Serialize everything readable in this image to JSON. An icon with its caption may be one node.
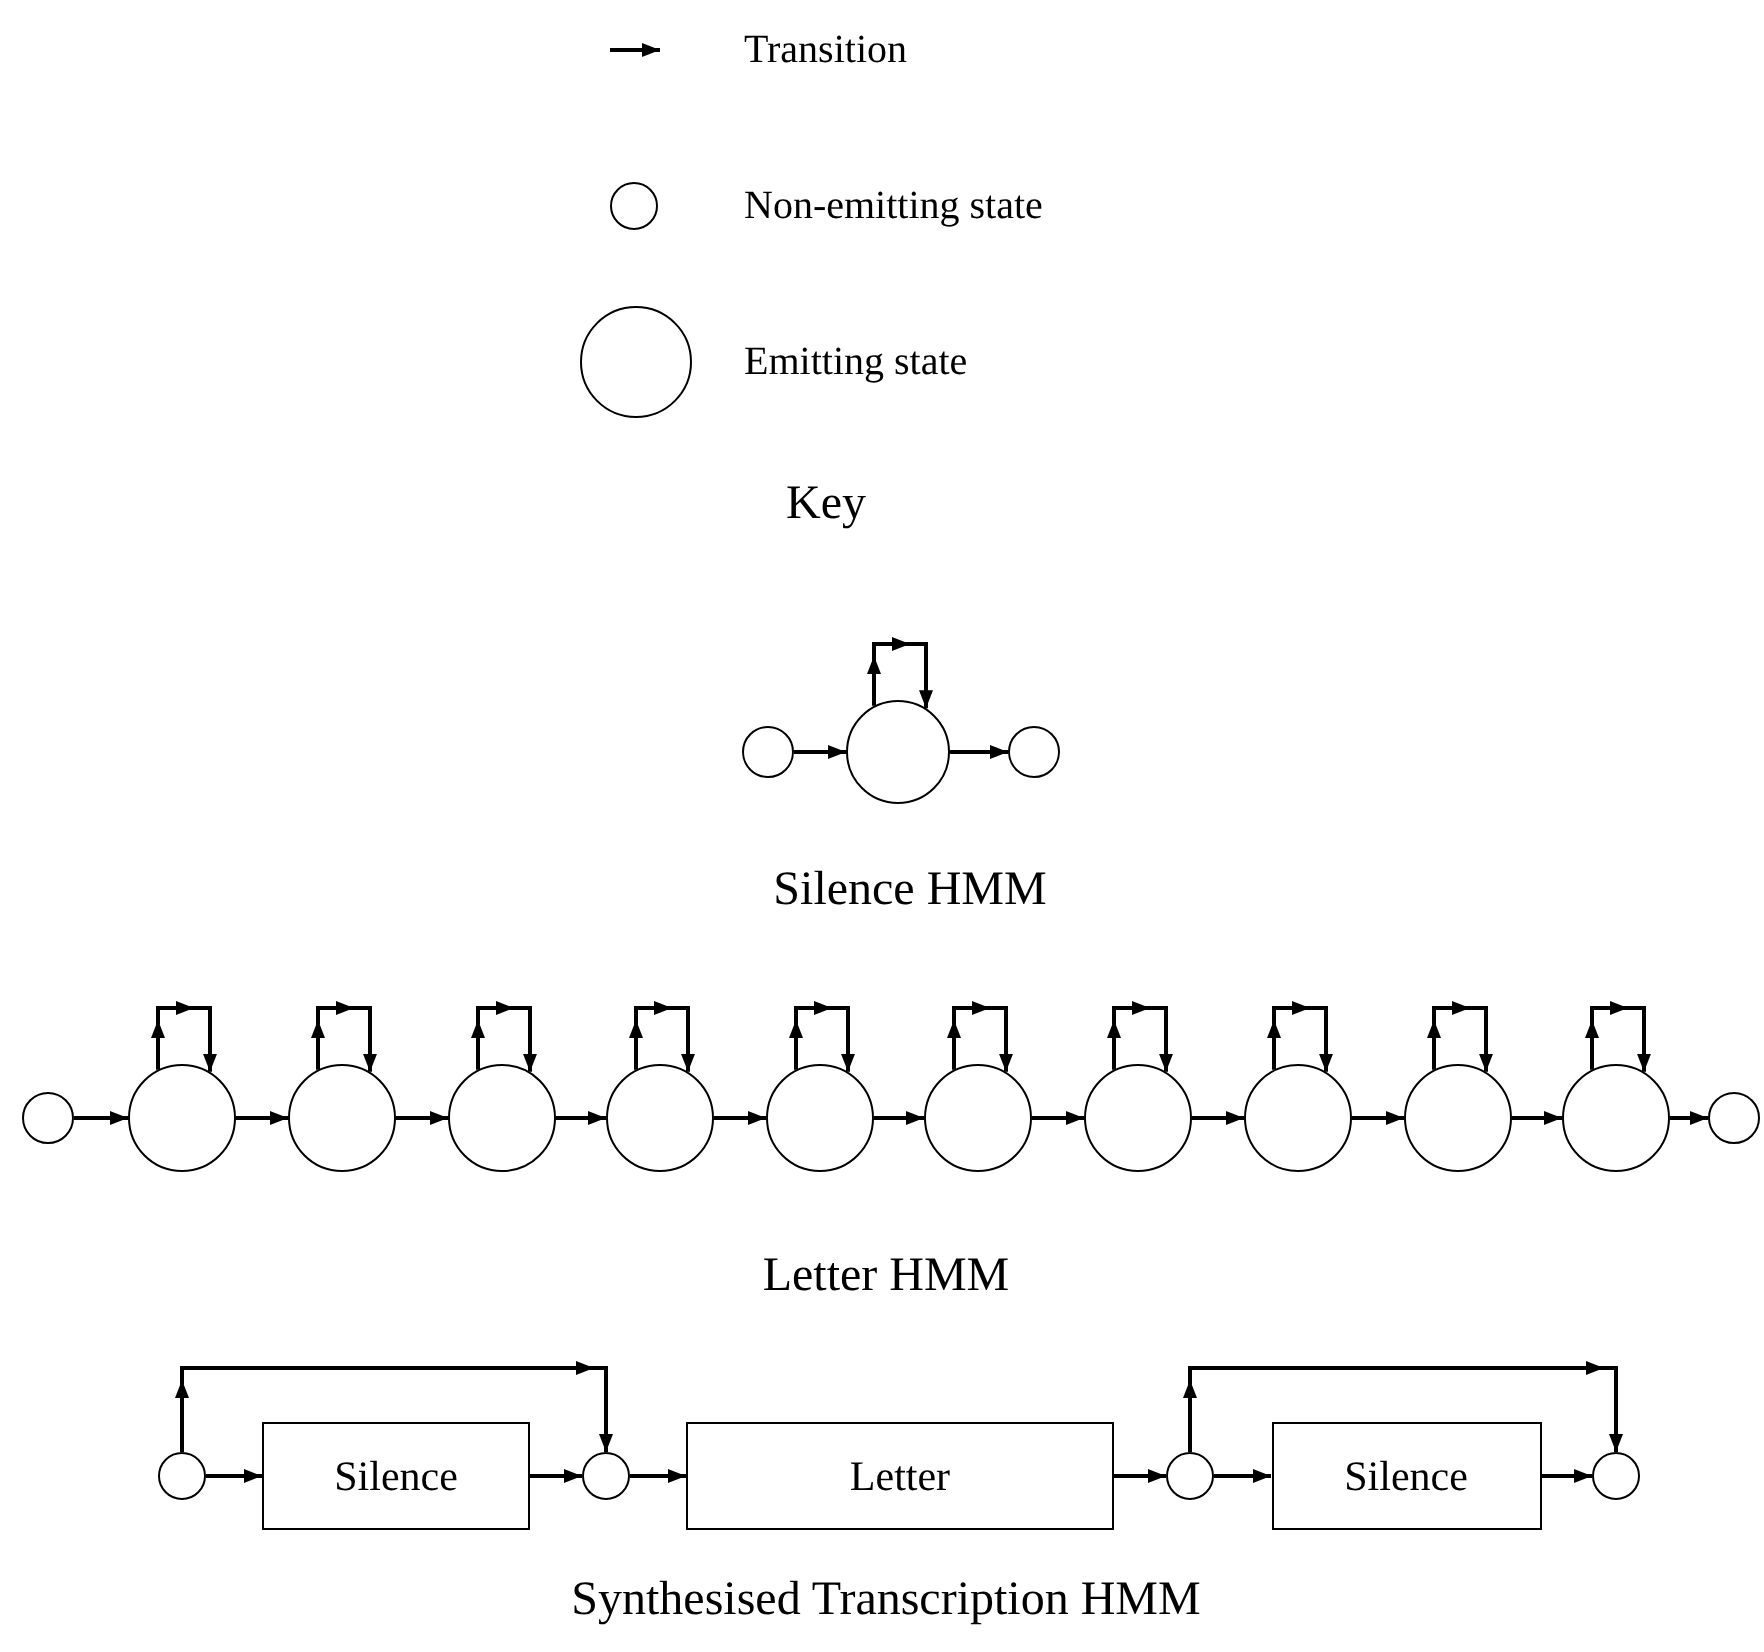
{
  "diagram": {
    "nodes": [
      {
        "text": [],
        "shape": "circle"
      },
      {
        "text": [],
        "shape": "circle"
      },
      {
        "text": [],
        "shape": "circle"
      },
      {
        "text": [],
        "shape": "circle"
      },
      {
        "text": [],
        "shape": "circle"
      },
      {
        "text": [],
        "shape": "circle"
      },
      {
        "text": [],
        "shape": "circle"
      },
      {
        "text": [],
        "shape": "circle"
      },
      {
        "text": [],
        "shape": "circle"
      },
      {
        "text": [],
        "shape": "circle"
      },
      {
        "text": [],
        "shape": "circle"
      },
      {
        "text": [],
        "shape": "circle"
      },
      {
        "text": [],
        "shape": "circle"
      },
      {
        "text": [],
        "shape": "circle"
      },
      {
        "text": [],
        "shape": "circle"
      },
      {
        "text": [],
        "shape": "circle"
      },
      {
        "text": [
          "Silence"
        ]
      },
      {
        "text": [],
        "shape": "circle"
      },
      {
        "text": [
          "Letter"
        ]
      },
      {
        "text": [],
        "shape": "circle"
      },
      {
        "text": [
          "Silence"
        ]
      },
      {
        "text": [],
        "shape": "circle"
      }
    ],
    "edges": [
      {
        "from": 0,
        "to": 1,
        "arrow": "to"
      },
      {
        "from": 1,
        "to": 1,
        "arrow": "to"
      },
      {
        "from": 1,
        "to": 2,
        "arrow": "to"
      },
      {
        "from": 3,
        "to": 4,
        "arrow": "to"
      },
      {
        "from": 4,
        "to": 4,
        "arrow": "to"
      },
      {
        "from": 4,
        "to": 5,
        "arrow": "to"
      },
      {
        "from": 5,
        "to": 5,
        "arrow": "to"
      },
      {
        "from": 5,
        "to": 6,
        "arrow": "to"
      },
      {
        "from": 6,
        "to": 6,
        "arrow": "to"
      },
      {
        "from": 6,
        "to": 7,
        "arrow": "to"
      },
      {
        "from": 7,
        "to": 7,
        "arrow": "to"
      },
      {
        "from": 7,
        "to": 8,
        "arrow": "to"
      },
      {
        "from": 8,
        "to": 8,
        "arrow": "to"
      },
      {
        "from": 8,
        "to": 9,
        "arrow": "to"
      },
      {
        "from": 9,
        "to": 9,
        "arrow": "to"
      },
      {
        "from": 9,
        "to": 10,
        "arrow": "to"
      },
      {
        "from": 10,
        "to": 10,
        "arrow": "to"
      },
      {
        "from": 10,
        "to": 11,
        "arrow": "to"
      },
      {
        "from": 11,
        "to": 11,
        "arrow": "to"
      },
      {
        "from": 11,
        "to": 12,
        "arrow": "to"
      },
      {
        "from": 12,
        "to": 12,
        "arrow": "to"
      },
      {
        "from": 12,
        "to": 13,
        "arrow": "to"
      },
      {
        "from": 13,
        "to": 13,
        "arrow": "to"
      },
      {
        "from": 13,
        "to": 14,
        "arrow": "to"
      },
      {
        "from": 15,
        "to": 16,
        "arrow": "to"
      },
      {
        "from": 15,
        "to": 17,
        "arrow": "to"
      },
      {
        "from": 16,
        "to": 17,
        "arrow": "to"
      },
      {
        "from": 17,
        "to": 18,
        "arrow": "to"
      },
      {
        "from": 18,
        "to": 19,
        "arrow": "to"
      },
      {
        "from": 19,
        "to": 20,
        "arrow": "to"
      },
      {
        "from": 19,
        "to": 21,
        "arrow": "to"
      },
      {
        "from": 20,
        "to": 21,
        "arrow": "to"
      }
    ],
    "labels": [
      "Key",
      "Silence HMM",
      "Letter HMM",
      "Synthesised Transcription HMM"
    ],
    "legend": [
      {
        "text": "Transition"
      },
      {
        "text": "Non-emitting state"
      },
      {
        "text": "Emitting state"
      }
    ]
  }
}
